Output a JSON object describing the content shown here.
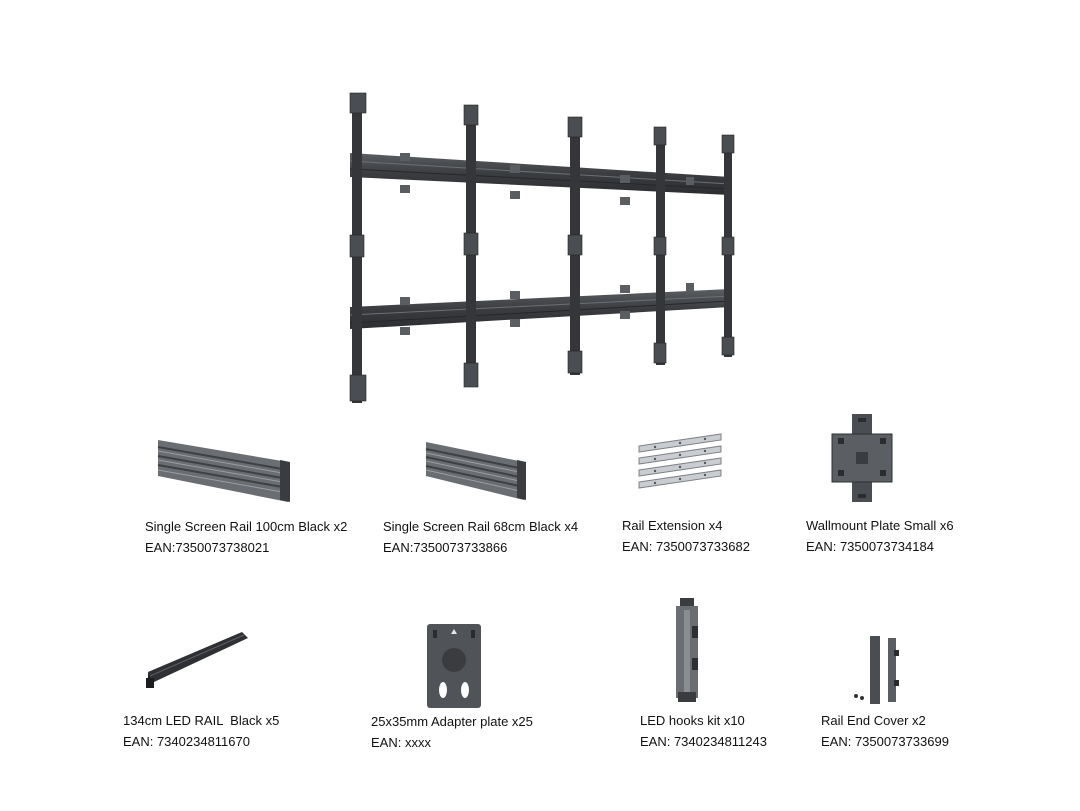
{
  "parts": [
    {
      "id": "rail-100",
      "name": "Single Screen Rail 100cm Black x2",
      "ean": "EAN:7350073738021"
    },
    {
      "id": "rail-68",
      "name": "Single Screen Rail 68cm Black x4",
      "ean": "EAN:7350073733866"
    },
    {
      "id": "rail-ext",
      "name": "Rail Extension x4",
      "ean": "EAN: 7350073733682"
    },
    {
      "id": "wall-plate",
      "name": "Wallmount Plate Small x6",
      "ean": "EAN: 7350073734184"
    },
    {
      "id": "led-rail",
      "name": "134cm LED RAIL  Black x5",
      "ean": "EAN: 7340234811670"
    },
    {
      "id": "adapter",
      "name": "25x35mm Adapter plate x25",
      "ean": "EAN: xxxx"
    },
    {
      "id": "hooks",
      "name": "LED hooks kit x10",
      "ean": "EAN: 7340234811243"
    },
    {
      "id": "end-cover",
      "name": "Rail End Cover x2",
      "ean": "EAN: 7350073733699"
    }
  ],
  "colors": {
    "metal_dark": "#3a3c3f",
    "metal_mid": "#55585c",
    "metal_light": "#8a8d91",
    "silver": "#c9ccd0"
  }
}
